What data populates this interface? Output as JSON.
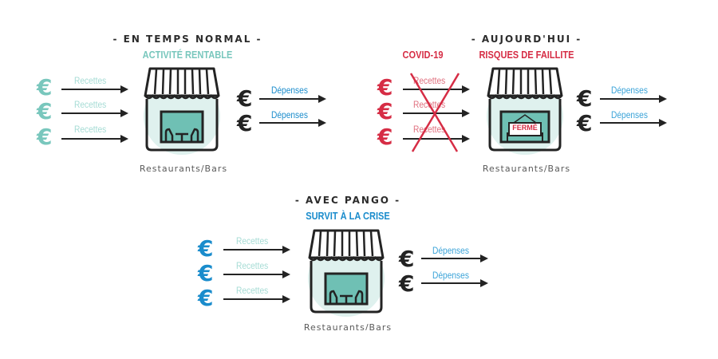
{
  "colors": {
    "teal": "#79c7bd",
    "teal_light": "#a6dcd5",
    "red": "#d62d45",
    "blue": "#1a8ccc",
    "blue_light": "#3aa3d8",
    "dark": "#232323",
    "circle_bg": "#dff1ee",
    "window_fill": "#6fc0b4"
  },
  "panels": {
    "normal": {
      "heading": "- EN TEMPS NORMAL -",
      "status": "ACTIVITÉ RENTABLE",
      "income_label": "Recettes",
      "expense_label": "Dépenses",
      "caption": "Restaurants/Bars",
      "income_count": 3,
      "expense_count": 2
    },
    "today": {
      "heading": "- AUJOURD'HUI -",
      "cause": "COVID-19",
      "status": "RISQUES DE FAILLITE",
      "income_label": "Recettes",
      "expense_label": "Dépenses",
      "closed_sign": "FERMÉ",
      "caption": "Restaurants/Bars",
      "income_count": 3,
      "expense_count": 2
    },
    "pango": {
      "heading": "- AVEC PANGO -",
      "status": "SURVIT À LA CRISE",
      "income_label": "Recettes",
      "expense_label": "Dépenses",
      "caption": "Restaurants/Bars",
      "income_count": 3,
      "expense_count": 2
    }
  },
  "icons": {
    "euro": "€"
  }
}
